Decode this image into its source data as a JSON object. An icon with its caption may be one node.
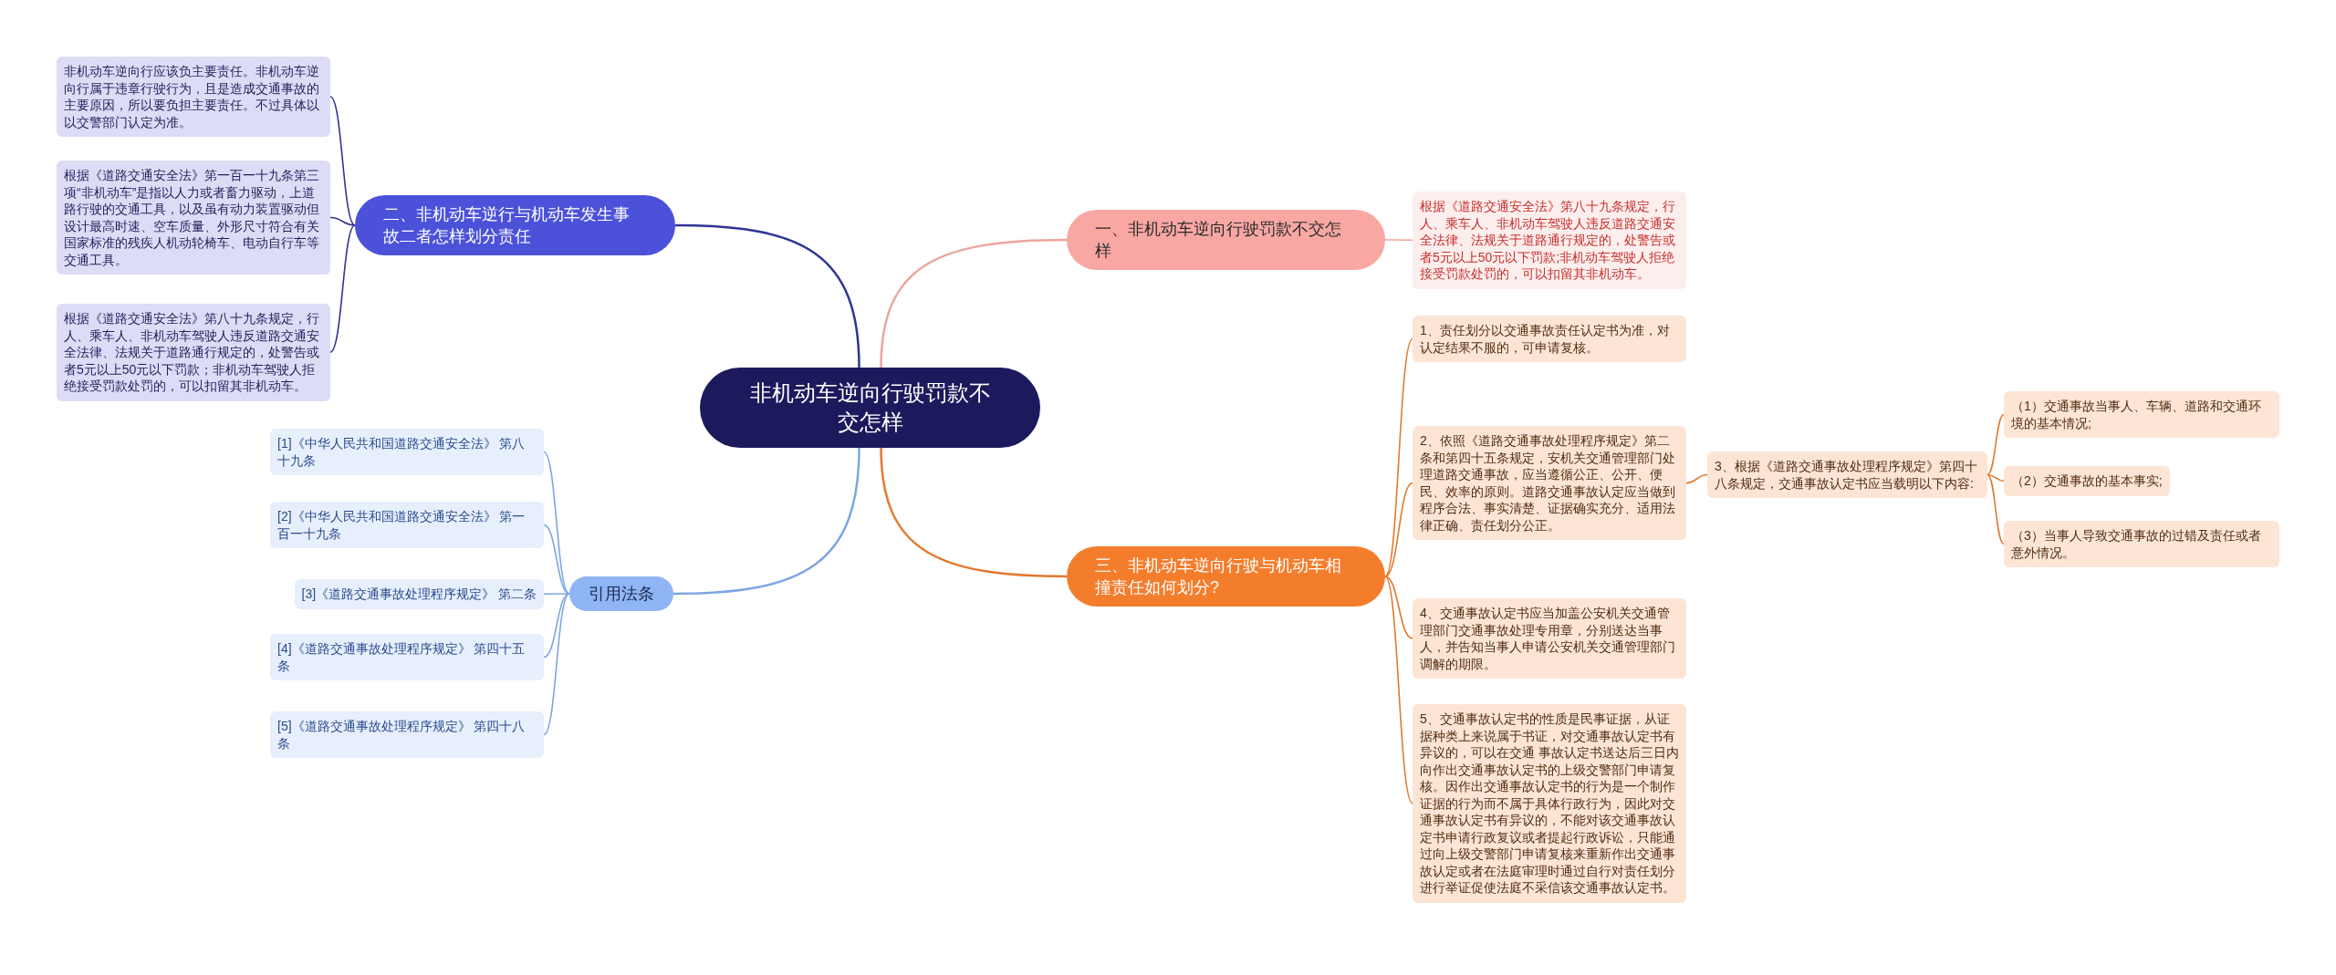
{
  "diagram": {
    "nodes": [
      {
        "text": [
          "非机动车逆向行驶罚款不交怎样"
        ]
      },
      {
        "text": [
          "一、非机动车逆向行驶罚款不交怎样"
        ]
      },
      {
        "text": [
          "根据《道路交通安全法》第八十九条规定，行人、乘车人、非机动车驾驶人违反道路交通安全法律、法规关于道路通行规定的，处警告或者5元以上50元以下罚款;非机动车驾驶人拒绝接受罚款处罚的，可以扣留其非机动车。"
        ]
      },
      {
        "text": [
          "二、非机动车逆行与机动车发生事故二者怎样划分责任"
        ]
      },
      {
        "text": [
          "非机动车逆向行应该负主要责任。非机动车逆向行属于违章行驶行为，且是造成交通事故的主要原因，所以要负担主要责任。不过具体以以交警部门认定为准。"
        ]
      },
      {
        "text": [
          "根据《道路交通安全法》第一百一十九条第三项“非机动车”是指以人力或者畜力驱动，上道路行驶的交通工具，以及虽有动力装置驱动但设计最高时速、空车质量、外形尺寸符合有关国家标准的残疾人机动轮椅车、电动自行车等交通工具。"
        ]
      },
      {
        "text": [
          "根据《道路交通安全法》第八十九条规定，行人、乘车人、非机动车驾驶人违反道路交通安全法律、法规关于道路通行规定的，处警告或者5元以上50元以下罚款；非机动车驾驶人拒绝接受罚款处罚的，可以扣留其非机动车。"
        ]
      },
      {
        "text": [
          "三、非机动车逆向行驶与机动车相撞责任如何划分?"
        ]
      },
      {
        "text": [
          "1、责任划分以交通事故责任认定书为准，对认定结果不服的，可申请复核。"
        ]
      },
      {
        "text": [
          "2、依照《道路交通事故处理程序规定》第二条和第四十五条规定，安机关交通管理部门处理道路交通事故，应当遵循公正、公开、便民、效率的原则。道路交通事故认定应当做到程序合法、事实清楚、证据确实充分、适用法律正确、责任划分公正。"
        ]
      },
      {
        "text": [
          "3、根据《道路交通事故处理程序规定》第四十八条规定，交通事故认定书应当载明以下内容:"
        ]
      },
      {
        "text": [
          "（1）交通事故当事人、车辆、道路和交通环境的基本情况;"
        ]
      },
      {
        "text": [
          "（2）交通事故的基本事实;"
        ]
      },
      {
        "text": [
          "（3）当事人导致交通事故的过错及责任或者意外情况。"
        ]
      },
      {
        "text": [
          "4、交通事故认定书应当加盖公安机关交通管理部门交通事故处理专用章，分别送达当事人，并告知当事人申请公安机关交通管理部门调解的期限。"
        ]
      },
      {
        "text": [
          "5、交通事故认定书的性质是民事证据，从证据种类上来说属于书证，对交通事故认定书有异议的，可以在交通 事故认定书送达后三日内向作出交通事故认定书的上级交警部门申请复核。因作出交通事故认定书的行为是一个制作证据的行为而不属于具体行政行为，因此对交通事故认定书有异议的，不能对该交通事故认定书申请行政复议或者提起行政诉讼，只能通过向上级交警部门申请复核来重新作出交通事故认定或者在法庭审理时通过自行对责任划分进行举证促使法庭不采信该交通事故认定书。"
        ]
      },
      {
        "text": [
          "引用法条"
        ]
      },
      {
        "text": [
          "[1]《中华人民共和国道路交通安全法》 第八十九条"
        ]
      },
      {
        "text": [
          "[2]《中华人民共和国道路交通安全法》 第一百一十九条"
        ]
      },
      {
        "text": [
          "[3]《道路交通事故处理程序规定》 第二条"
        ]
      },
      {
        "text": [
          "[4]《道路交通事故处理程序规定》 第四十五条"
        ]
      },
      {
        "text": [
          "[5]《道路交通事故处理程序规定》 第四十八条"
        ]
      }
    ],
    "edges": [
      {
        "from": 0,
        "to": 1,
        "arrow": "none",
        "color": "#eba59e"
      },
      {
        "from": 1,
        "to": 2,
        "arrow": "none",
        "color": "#eba59e"
      },
      {
        "from": 0,
        "to": 3,
        "arrow": "none",
        "color": "#2e3593"
      },
      {
        "from": 3,
        "to": 4,
        "arrow": "none",
        "color": "#2e3593"
      },
      {
        "from": 3,
        "to": 5,
        "arrow": "none",
        "color": "#2e3593"
      },
      {
        "from": 3,
        "to": 6,
        "arrow": "none",
        "color": "#2e3593"
      },
      {
        "from": 0,
        "to": 7,
        "arrow": "none"
      },
      {
        "from": 7,
        "to": 8,
        "arrow": "none"
      },
      {
        "from": 7,
        "to": 9,
        "arrow": "none"
      },
      {
        "from": 7,
        "to": 14,
        "arrow": "none"
      },
      {
        "from": 7,
        "to": 15,
        "arrow": "none"
      },
      {
        "from": 9,
        "to": 10,
        "arrow": "none"
      },
      {
        "from": 10,
        "to": 11,
        "arrow": "none"
      },
      {
        "from": 10,
        "to": 12,
        "arrow": "none"
      },
      {
        "from": 10,
        "to": 13,
        "arrow": "none"
      },
      {
        "from": 0,
        "to": 16,
        "arrow": "none",
        "color": "#7ea6e2"
      },
      {
        "from": 16,
        "to": 17,
        "arrow": "none",
        "color": "#7ea6e2"
      },
      {
        "from": 16,
        "to": 18,
        "arrow": "none",
        "color": "#7ea6e2"
      },
      {
        "from": 16,
        "to": 19,
        "arrow": "none",
        "color": "#7ea6e2"
      },
      {
        "from": 16,
        "to": 20,
        "arrow": "none",
        "color": "#7ea6e2"
      },
      {
        "from": 16,
        "to": 21,
        "arrow": "none",
        "color": "#7ea6e2"
      }
    ]
  }
}
